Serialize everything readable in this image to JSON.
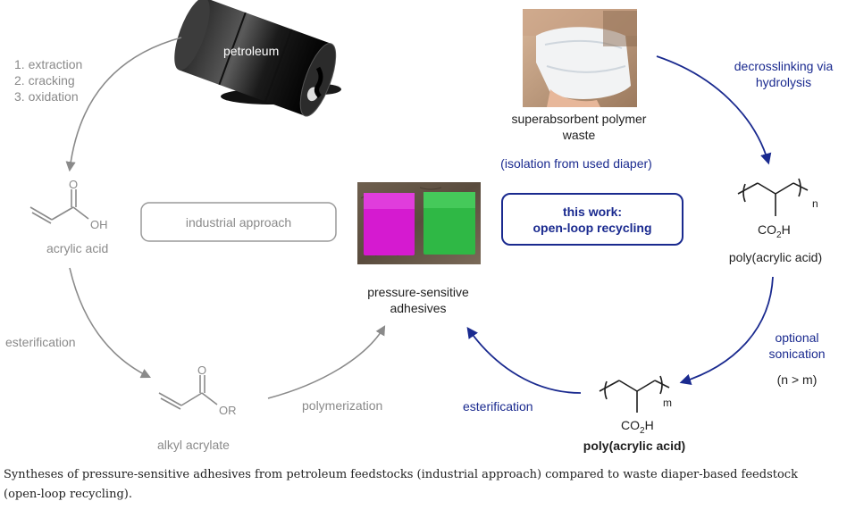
{
  "petroleum": {
    "barrel_label": "petroleum"
  },
  "process_steps": [
    "1. extraction",
    "2. cracking",
    "3. oxidation"
  ],
  "acrylic_acid": {
    "name": "acrylic acid",
    "o_label": "O",
    "oh_label": "OH"
  },
  "industrial_box": {
    "label": "industrial approach"
  },
  "esterification_left": "esterification",
  "alkyl_acrylate": {
    "name": "alkyl acrylate",
    "o_label": "O",
    "or_label": "OR"
  },
  "polymerization": "polymerization",
  "center": {
    "title_line1": "pressure-sensitive",
    "title_line2": "adhesives",
    "note_colors": [
      "#d51ad0",
      "#2fb845"
    ]
  },
  "this_work": {
    "line1": "this work:",
    "line2": "open-loop recycling"
  },
  "diaper": {
    "caption_line1": "superabsorbent polymer",
    "caption_line2": "waste",
    "isolation": "(isolation from used diaper)"
  },
  "decrosslinking": {
    "line1": "decrosslinking via",
    "line2": "hydrolysis"
  },
  "paa_top": {
    "name": "poly(acrylic acid)",
    "subscript": "n",
    "group": "CO",
    "group_sub": "2",
    "group_tail": "H"
  },
  "sonication": {
    "line1": "optional",
    "line2": "sonication",
    "relation": "(n > m)"
  },
  "paa_bottom": {
    "name": "poly(acrylic acid)",
    "subscript": "m",
    "group": "CO",
    "group_sub": "2",
    "group_tail": "H"
  },
  "esterification_right": "esterification",
  "caption": "Syntheses of pressure-sensitive adhesives from petroleum feedstocks (industrial approach) compared to waste diaper-based feedstock (open-loop recycling).",
  "colors": {
    "grey": "#8a8a8a",
    "blue": "#1a2a8f",
    "dark": "#1e1e1e"
  }
}
